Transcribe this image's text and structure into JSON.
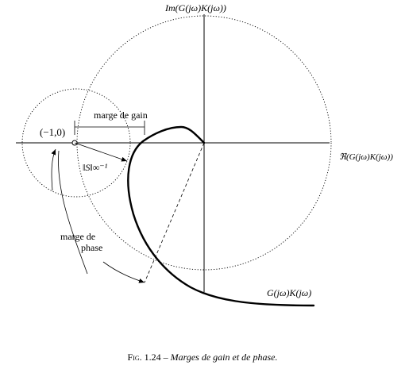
{
  "labels": {
    "imag_axis": "Im(G(jω)K(jω))",
    "real_axis": "ℜ(G(jω)K(jω))",
    "critical_point": "(−1,0)",
    "gain_margin": "marge de gain",
    "sensitivity": "‖S‖∞⁻¹",
    "phase_margin_line1": "marge de",
    "phase_margin_line2": "phase",
    "curve": "G(jω)K(jω)"
  },
  "caption": {
    "figure_number": "Fig. 1.24 –",
    "text": "Marges de gain et de phase."
  }
}
